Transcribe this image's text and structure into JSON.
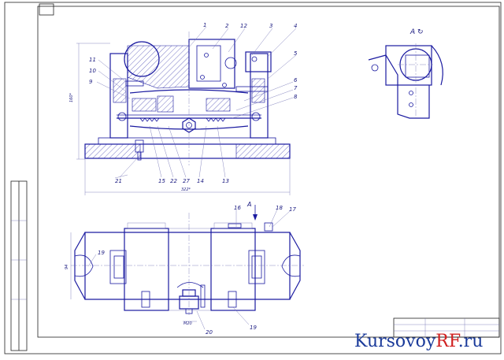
{
  "view_label": "А",
  "view_label_rot": "А ↻",
  "callouts_top": [
    "1",
    "2",
    "12",
    "3",
    "4",
    "5",
    "11",
    "10",
    "9",
    "6",
    "7",
    "8"
  ],
  "callouts_bottom_section": [
    "21",
    "15",
    "22",
    "27",
    "14",
    "13"
  ],
  "callouts_plan": [
    "16",
    "18",
    "17",
    "19",
    "20",
    "19"
  ],
  "dims": {
    "height": "160*",
    "width": "322*",
    "plan_h": "94",
    "m": "М20"
  },
  "arrow_label": "А",
  "watermark": {
    "main": "Kursovoy",
    "accent": "RF",
    "suffix": ".ru"
  },
  "colors": {
    "line": "#1a1aa0",
    "frame": "#222222",
    "watermark": "#1a3a9a",
    "accent": "#d02020"
  }
}
